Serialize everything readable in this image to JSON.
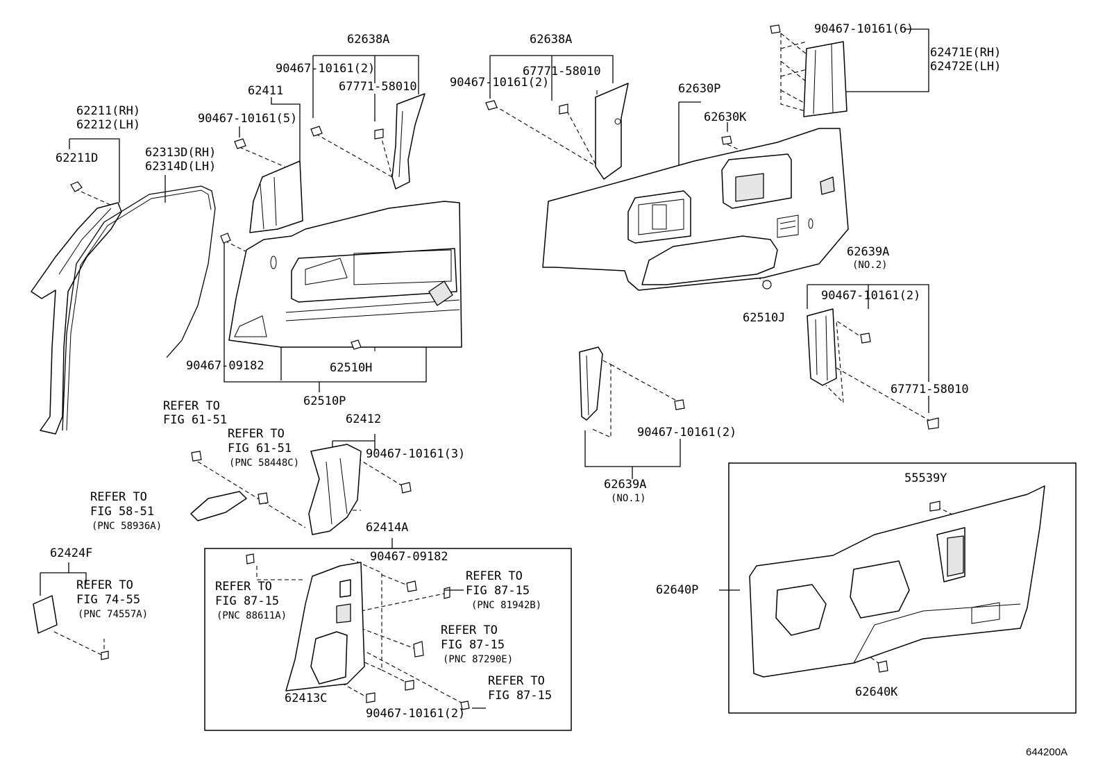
{
  "diagram_id": "644200A",
  "labels": {
    "p62638A_left": "62638A",
    "p90467_10161_2_a": "90467-10161(2)",
    "p67771_58010_a": "67771-58010",
    "p62411": "62411",
    "p90467_10161_5": "90467-10161(5)",
    "p62211_rh": "62211(RH)",
    "p62212_lh": "62212(LH)",
    "p62211D": "62211D",
    "p62313D_rh": "62313D(RH)",
    "p62314D_lh": "62314D(LH)",
    "p90467_09182_a": "90467-09182",
    "p62510H": "62510H",
    "p62510P": "62510P",
    "p62638A_right": "62638A",
    "p67771_58010_b": "67771-58010",
    "p90467_10161_2_b": "90467-10161(2)",
    "p90467_10161_6": "90467-10161(6)",
    "p62471E_rh": "62471E(RH)",
    "p62472E_lh": "62472E(LH)",
    "p62630P": "62630P",
    "p62630K": "62630K",
    "p62639A_no2": "62639A",
    "p62639A_no2_sub": "(NO.2)",
    "p90467_10161_2_c": "90467-10161(2)",
    "p62510J": "62510J",
    "p67771_58010_c": "67771-58010",
    "p90467_10161_2_d": "90467-10161(2)",
    "p62639A_no1": "62639A",
    "p62639A_no1_sub": "(NO.1)",
    "p62412": "62412",
    "p90467_10161_3": "90467-10161(3)",
    "p62414A": "62414A",
    "p90467_09182_b": "90467-09182",
    "p62413C": "62413C",
    "p90467_10161_2_e": "90467-10161(2)",
    "p62424F": "62424F",
    "p55539Y": "55539Y",
    "p62640P": "62640P",
    "p62640K": "62640K"
  },
  "refs": {
    "r1_a": "REFER TO",
    "r1_b": "FIG 61-51",
    "r2_a": "REFER TO",
    "r2_b": "FIG 61-51",
    "r2_c": "(PNC 58448C)",
    "r3_a": "REFER TO",
    "r3_b": "FIG 58-51",
    "r3_c": "(PNC 58936A)",
    "r4_a": "REFER TO",
    "r4_b": "FIG 74-55",
    "r4_c": "(PNC 74557A)",
    "r5_a": "REFER TO",
    "r5_b": "FIG 87-15",
    "r5_c": "(PNC 88611A)",
    "r6_a": "REFER TO",
    "r6_b": "FIG 87-15",
    "r6_c": "(PNC 81942B)",
    "r7_a": "REFER TO",
    "r7_b": "FIG 87-15",
    "r7_c": "(PNC 87290E)",
    "r8_a": "REFER TO",
    "r8_b": "FIG 87-15"
  }
}
